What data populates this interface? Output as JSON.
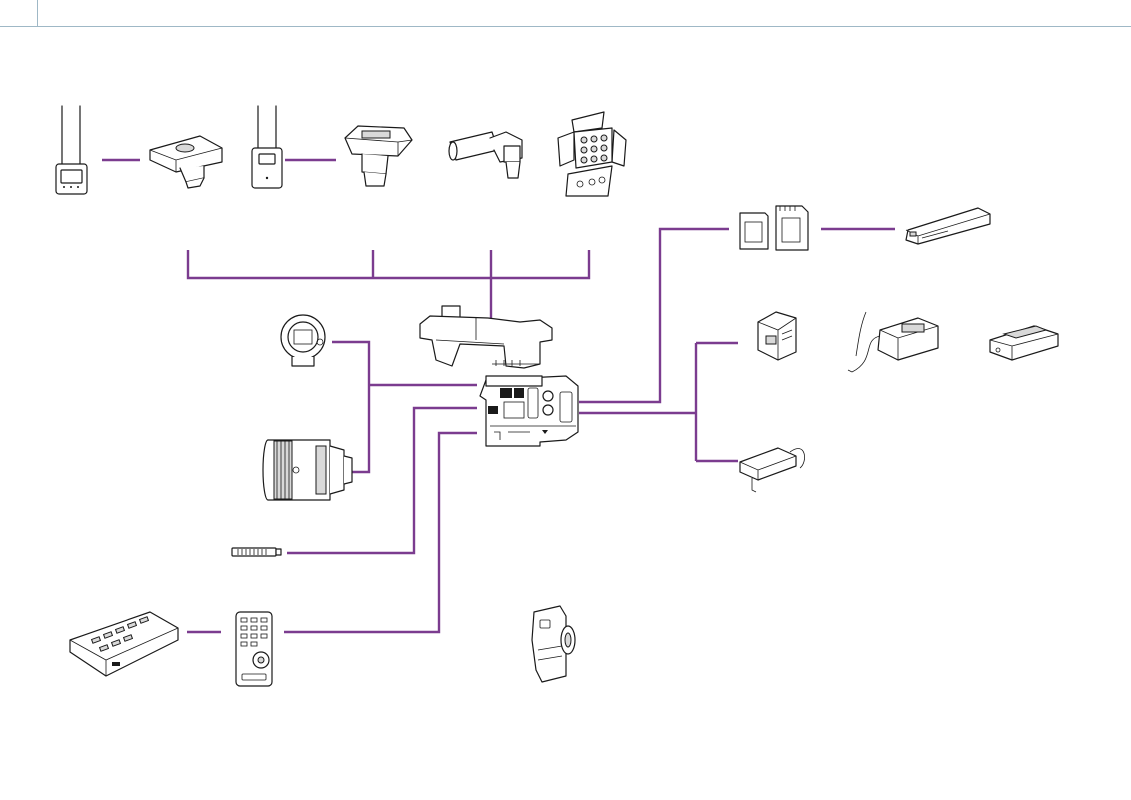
{
  "diagram": {
    "line_color": "#7b3c8f",
    "header_rule_color": "#9fb8c6",
    "devices": [
      {
        "id": "wireless-receiver-2ch",
        "icon": "wireless-receiver-icon"
      },
      {
        "id": "mi-shoe-adaptor",
        "icon": "shoe-adaptor-icon"
      },
      {
        "id": "wireless-receiver-1ch",
        "icon": "wireless-receiver-icon"
      },
      {
        "id": "xlr-audio-adaptor",
        "icon": "audio-adaptor-icon"
      },
      {
        "id": "shotgun-microphone",
        "icon": "microphone-icon"
      },
      {
        "id": "led-video-light",
        "icon": "video-light-icon"
      },
      {
        "id": "memory-cards",
        "icon": "memory-card-icon"
      },
      {
        "id": "card-reader",
        "icon": "card-reader-icon"
      },
      {
        "id": "battery-pack",
        "icon": "battery-icon"
      },
      {
        "id": "battery-charger",
        "icon": "charger-icon"
      },
      {
        "id": "charging-cradle",
        "icon": "cradle-icon"
      },
      {
        "id": "ac-adaptor",
        "icon": "ac-adaptor-icon"
      },
      {
        "id": "lens-mount-adaptor",
        "icon": "mount-adaptor-icon"
      },
      {
        "id": "zoom-lens",
        "icon": "lens-icon"
      },
      {
        "id": "usb-dongle",
        "icon": "dongle-icon"
      },
      {
        "id": "live-switcher",
        "icon": "switcher-icon"
      },
      {
        "id": "remote-commander",
        "icon": "remote-control-icon"
      },
      {
        "id": "camera-body",
        "icon": "camera-icon"
      },
      {
        "id": "grip",
        "icon": "grip-icon"
      }
    ]
  }
}
